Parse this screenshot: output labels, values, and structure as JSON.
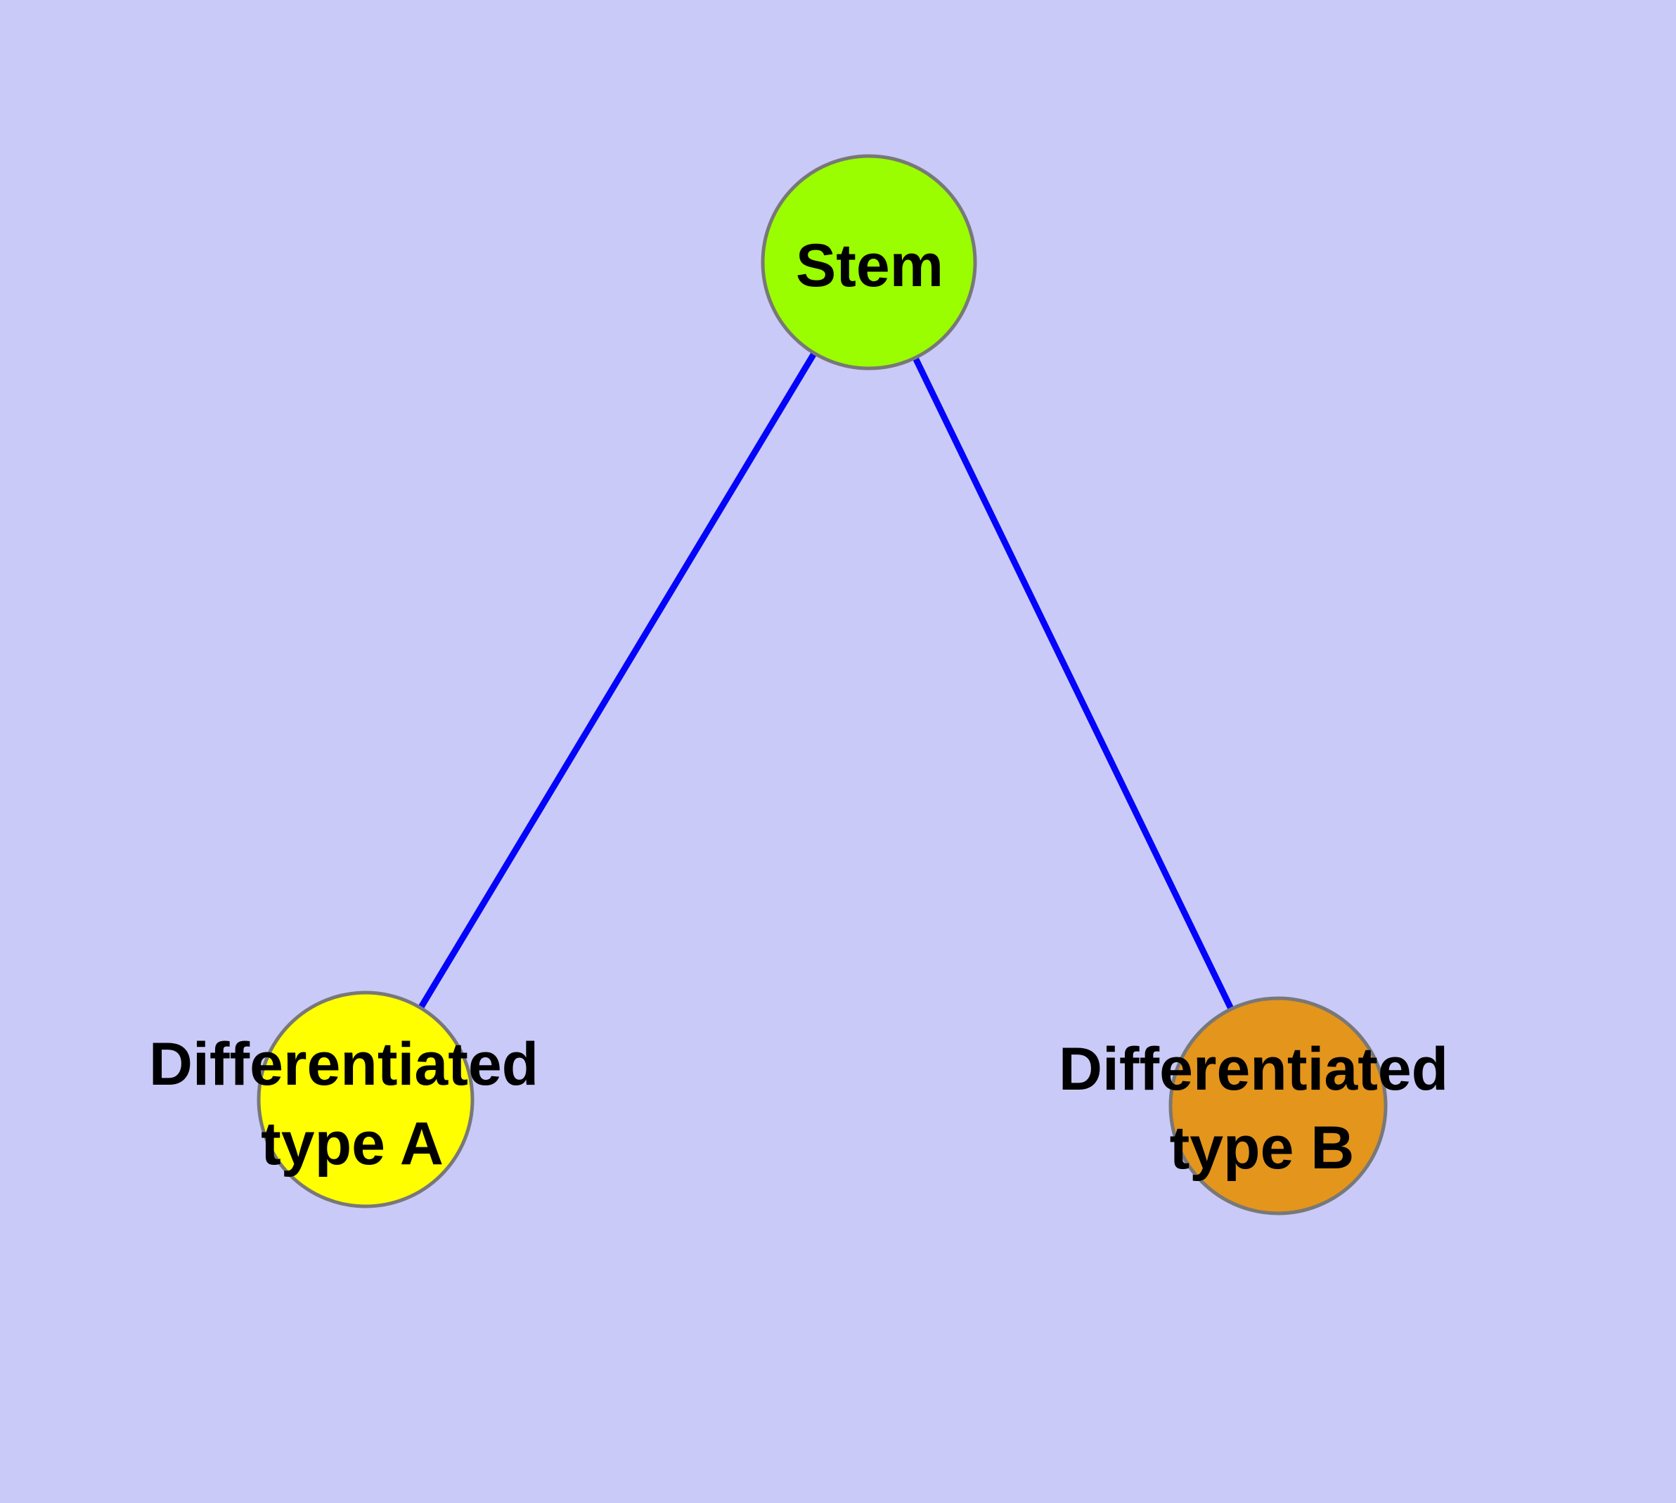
{
  "canvas": {
    "background": "#CACAF8"
  },
  "colors": {
    "edge": "#0404FB",
    "node_border": "#787878",
    "label_text": "#000000"
  },
  "nodes": {
    "stem": {
      "label": "Stem",
      "fill": "#9AFE00"
    },
    "type_a": {
      "label_lines": [
        "Differentiated",
        "type A"
      ],
      "fill": "#FFFF00"
    },
    "type_b": {
      "label_lines": [
        "Differentiated",
        "type B"
      ],
      "fill": "#E4951C"
    }
  },
  "edges": [
    {
      "from": "Stem",
      "to": "Differentiated type A",
      "color": "#0404FB"
    },
    {
      "from": "Stem",
      "to": "Differentiated type B",
      "color": "#0404FB"
    }
  ]
}
